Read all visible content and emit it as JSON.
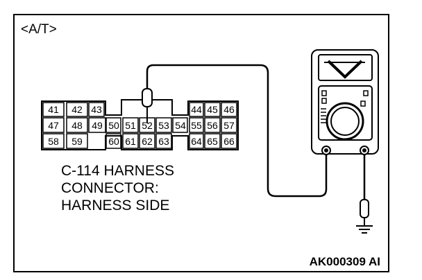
{
  "section_tag": "<A/T>",
  "connector": {
    "pins": [
      "41",
      "42",
      "43",
      "44",
      "45",
      "46",
      "47",
      "48",
      "49",
      "50",
      "51",
      "52",
      "53",
      "54",
      "55",
      "56",
      "57",
      "58",
      "59",
      "60",
      "61",
      "62",
      "63",
      "64",
      "65",
      "66"
    ]
  },
  "caption": {
    "line1": "C-114 HARNESS",
    "line2": "CONNECTOR:",
    "line3": "HARNESS SIDE"
  },
  "figure_code": "AK000309 AI"
}
